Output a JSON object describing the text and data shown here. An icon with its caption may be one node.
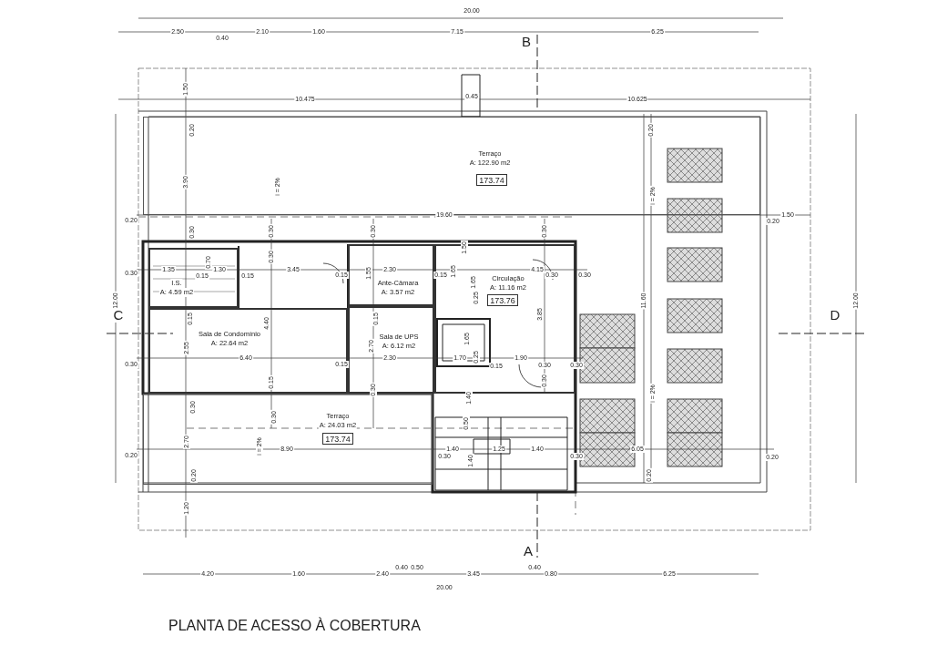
{
  "diagram": {
    "title": "PLANTA DE ACESSO À COBERTURA",
    "nodes": [
      {
        "text": [
          "Terraço",
          "A: 122.90 m2"
        ]
      },
      {
        "text": [
          "173.74"
        ],
        "in": 0
      },
      {
        "text": [
          "I.S.",
          "A: 4.59 m2"
        ]
      },
      {
        "text": [
          "Ante-Câmara",
          "A: 3.57 m2"
        ]
      },
      {
        "text": [
          "Circulação",
          "A: 11.16 m2"
        ]
      },
      {
        "text": [
          "173.76"
        ],
        "in": 4
      },
      {
        "text": [
          "Sala de Condomínio",
          "A: 22.64 m2"
        ]
      },
      {
        "text": [
          "Sala de UPS",
          "A: 6.12 m2"
        ]
      },
      {
        "text": [
          "Terraço",
          "A: 24.03 m2"
        ]
      },
      {
        "text": [
          "173.74"
        ],
        "in": 8
      }
    ],
    "labels": [
      "20.00",
      "2.50",
      "0.40",
      "2.10",
      "1.60",
      "7.15",
      "6.25",
      "B",
      "1.50",
      "10.475",
      "0.45",
      "10.625",
      "0.20",
      "0.20",
      "3.90",
      "i = 2%",
      "i = 2%",
      "12.00",
      "12.00",
      "0.20",
      "19.60",
      "0.20",
      "1.50",
      "0.30",
      "0.30",
      "0.30",
      "0.30",
      "1.50",
      "0.30",
      "0.30",
      "1.35",
      "0.70",
      "1.30",
      "0.15",
      "0.15",
      "3.45",
      "1.55",
      "0.15",
      "2.30",
      "0.15",
      "1.65",
      "1.65",
      "4.15",
      "0.30",
      "0.30",
      "0.25",
      "3.85",
      "11.60",
      "C",
      "D",
      "0.15",
      "4.40",
      "0.15",
      "1.65",
      "2.55",
      "2.70",
      "0.30",
      "6.40",
      "0.15",
      "2.30",
      "1.70",
      "0.25",
      "0.15",
      "1.90",
      "0.30",
      "0.30",
      "0.15",
      "0.30",
      "0.30",
      "1.40",
      "0.30",
      "0.30",
      "i = 2%",
      "0.50",
      "2.70",
      "i = 2%",
      "8.90",
      "0.20",
      "0.30",
      "1.40",
      "1.25",
      "1.40",
      "0.30",
      "6.05",
      "0.20",
      "1.40",
      "0.20",
      "0.20",
      "1.20",
      "A",
      "4.20",
      "1.60",
      "2.40",
      "0.40",
      "0.50",
      "3.45",
      "0.40",
      "0.80",
      "6.25",
      "20.00"
    ]
  }
}
